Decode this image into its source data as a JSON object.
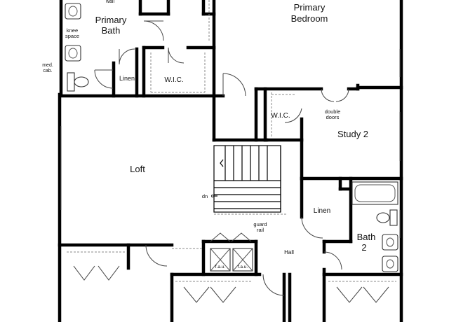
{
  "rooms": {
    "primary_bedroom": [
      "Primary",
      "Bedroom"
    ],
    "primary_bath": [
      "Primary",
      "Bath"
    ],
    "loft": "Loft",
    "study_2": "Study 2",
    "bath_2": [
      "Bath",
      "2"
    ],
    "hall": "Hall"
  },
  "labels": {
    "wic_primary": "W.I.C.",
    "wic_study": "W.I.C.",
    "linen_bath": "Linen",
    "linen_hall": "Linen",
    "knee_space": [
      "knee",
      "space"
    ],
    "med_cab": [
      "med.",
      "cab."
    ],
    "wall_fragment": "wall",
    "double_doors": [
      "double",
      "doors"
    ],
    "dn": "dn",
    "guard_rail": [
      "guard",
      "rail"
    ],
    "fau_1": "f.a.u.",
    "fau_2": "f.a.u."
  }
}
